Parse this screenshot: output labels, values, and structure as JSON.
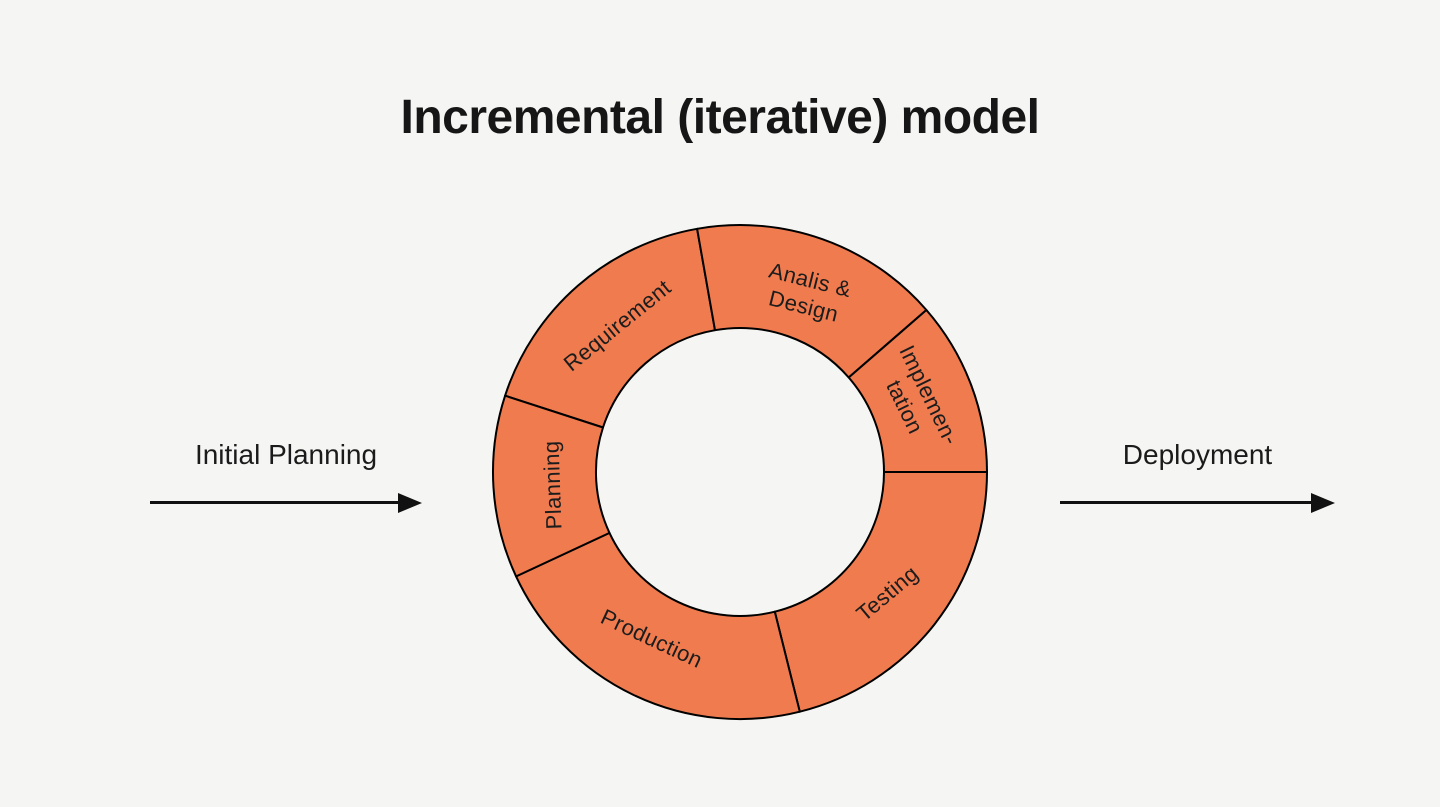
{
  "title": "Incremental (iterative) model",
  "flows": {
    "initial": {
      "label": "Initial Planning"
    },
    "deployment": {
      "label": "Deployment"
    }
  },
  "colors": {
    "background": "#f5f5f3",
    "segment_fill": "#ef7b4f",
    "segment_outline": "#000000",
    "text": "#1c1c1c",
    "arrow": "#111111"
  },
  "chart_data": {
    "type": "pie",
    "variant": "donut-cycle-diagram",
    "title": "Incremental (iterative) model",
    "legend": "none",
    "segments": [
      {
        "label": "Requirement",
        "lines": [
          "Requirement"
        ],
        "start_angle_deg": 288,
        "end_angle_deg": 350
      },
      {
        "label": "Analis & Design",
        "lines": [
          "Analis &",
          "Design"
        ],
        "start_angle_deg": 350,
        "end_angle_deg": 49
      },
      {
        "label": "Implemen-tation",
        "lines": [
          "Implemen-",
          "tation"
        ],
        "start_angle_deg": 49,
        "end_angle_deg": 90
      },
      {
        "label": "Testing",
        "lines": [
          "Testing"
        ],
        "start_angle_deg": 90,
        "end_angle_deg": 166
      },
      {
        "label": "Production",
        "lines": [
          "Production"
        ],
        "start_angle_deg": 166,
        "end_angle_deg": 245
      },
      {
        "label": "Planning",
        "lines": [
          "Planning"
        ],
        "start_angle_deg": 245,
        "end_angle_deg": 288
      }
    ]
  }
}
